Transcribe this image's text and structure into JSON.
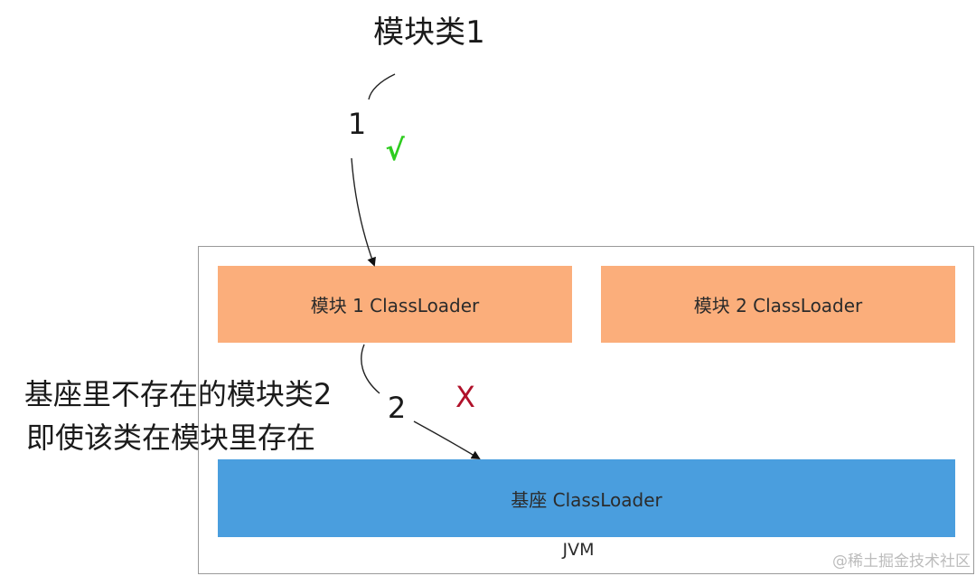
{
  "title": "模块类1",
  "steps": [
    {
      "number": "1",
      "result": "√",
      "result_color": "#2ecc1f"
    },
    {
      "number": "2",
      "result": "X",
      "result_color": "#b0112a"
    }
  ],
  "boxes": {
    "module1": {
      "label": "模块 1 ClassLoader",
      "color": "#fbae7b"
    },
    "module2": {
      "label": "模块 2 ClassLoader",
      "color": "#fbae7b"
    },
    "base": {
      "label": "基座 ClassLoader",
      "color": "#4a9ede"
    }
  },
  "container": {
    "label": "JVM"
  },
  "note": {
    "line1": "基座里不存在的模块类2",
    "line2": "即使该类在模块里存在"
  },
  "watermark": "@稀土掘金技术社区"
}
